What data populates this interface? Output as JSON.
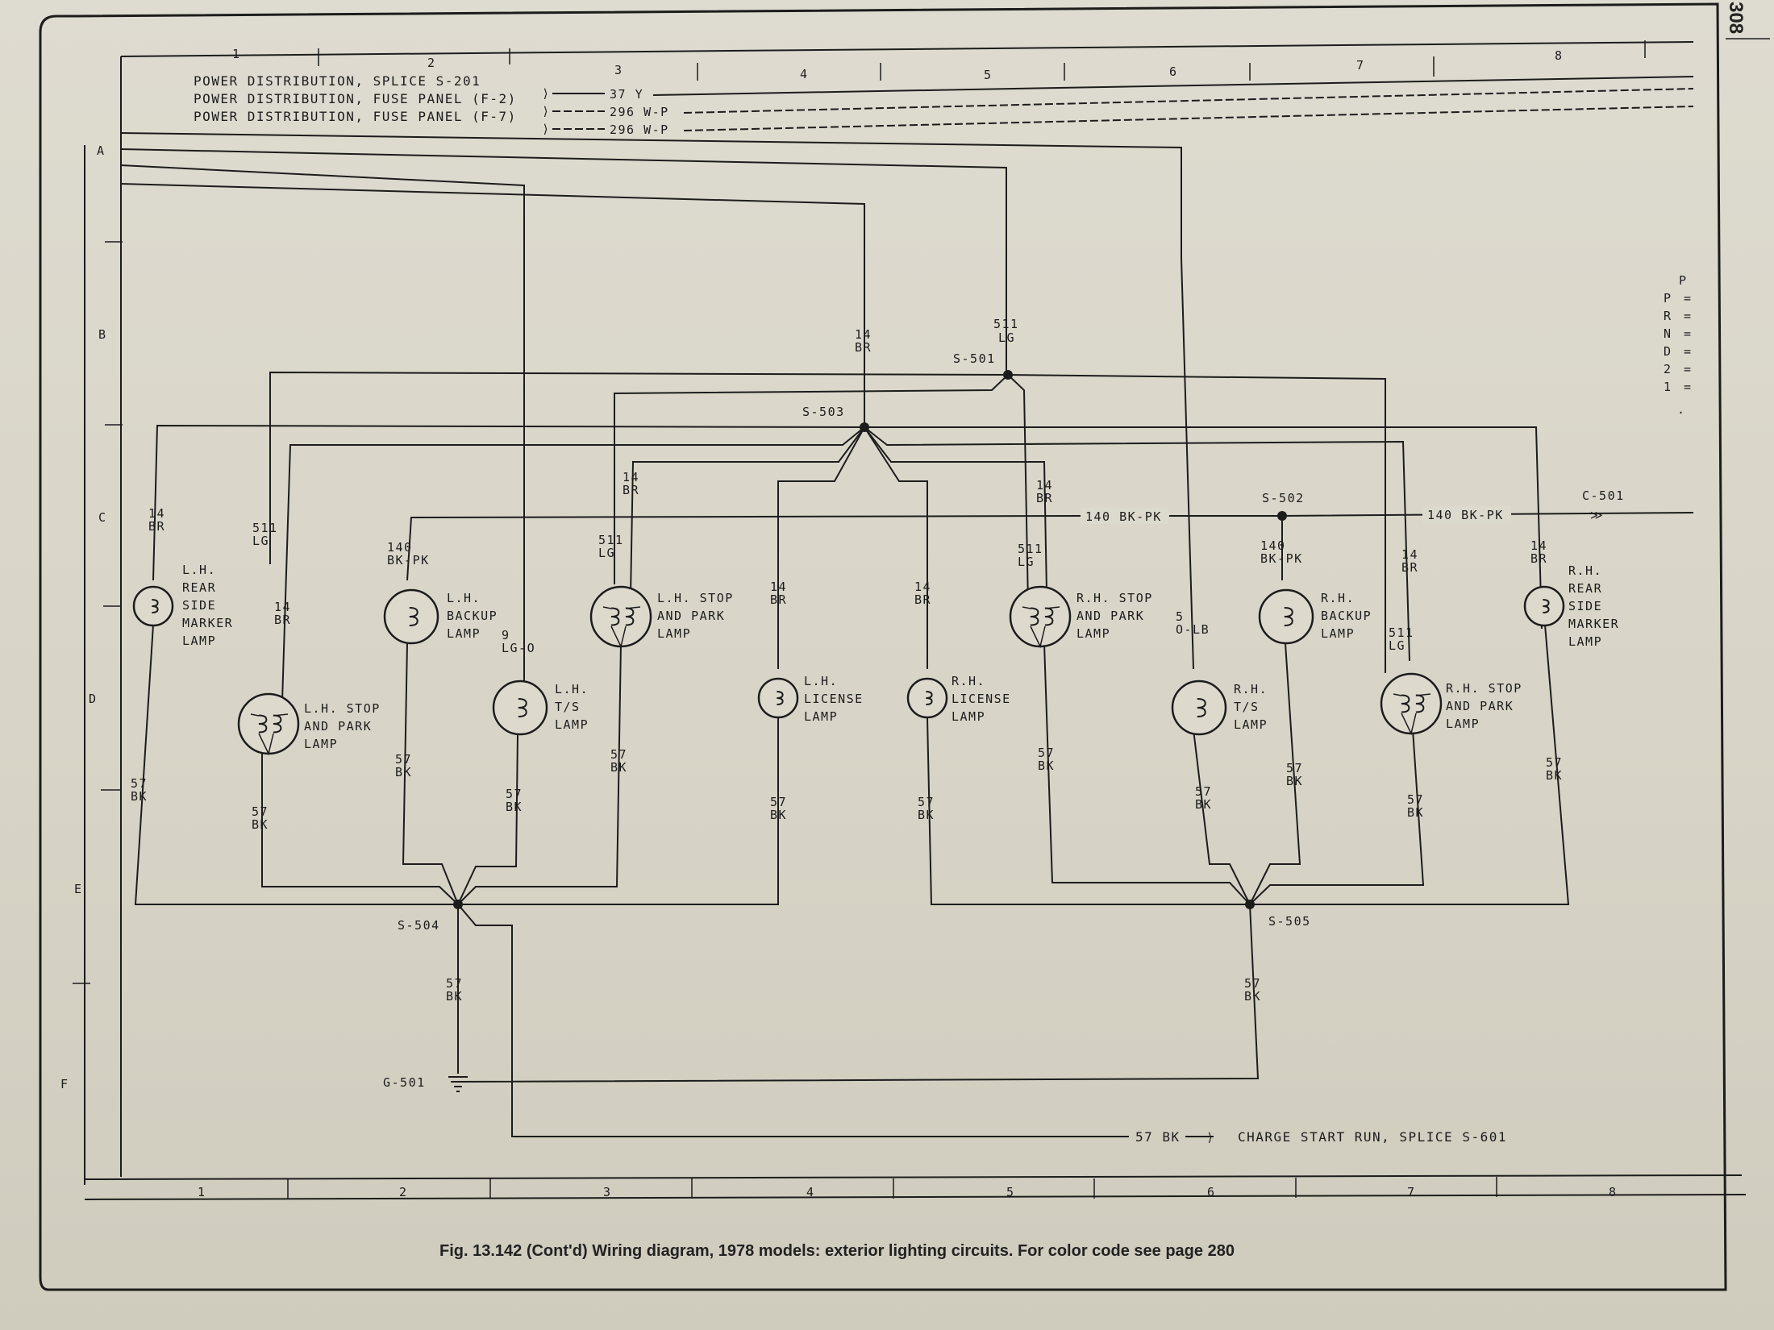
{
  "page_number": "308",
  "grid_columns": [
    "1",
    "2",
    "3",
    "4",
    "5",
    "6",
    "7",
    "8"
  ],
  "grid_rows": [
    "A",
    "B",
    "C",
    "D",
    "E",
    "F"
  ],
  "prnd": [
    "P",
    "P",
    "R",
    "N",
    "D",
    "2",
    "1"
  ],
  "eq_marks": [
    "=",
    "=",
    "=",
    "=",
    "=",
    "="
  ],
  "sources": [
    {
      "label": "POWER DISTRIBUTION, SPLICE S-201",
      "wire": "37 Y"
    },
    {
      "label": "POWER DISTRIBUTION, FUSE PANEL (F-2)",
      "wire": "296 W-P"
    },
    {
      "label": "POWER DISTRIBUTION, FUSE PANEL (F-7)",
      "wire": "296 W-P"
    }
  ],
  "splices": {
    "s501": "S-501",
    "s502": "S-502",
    "s503": "S-503",
    "s504": "S-504",
    "s505": "S-505",
    "c501": "C-501",
    "g501": "G-501"
  },
  "wires": {
    "w14br": [
      "14",
      "BR"
    ],
    "w511lg": [
      "511",
      "LG"
    ],
    "w140bkpk": [
      "140",
      "BK-PK"
    ],
    "w57bk": [
      "57",
      "BK"
    ],
    "w9lgo": [
      "9",
      "LG-O"
    ],
    "w5olb": [
      "5",
      "O-LB"
    ],
    "bus140": "140 BK-PK"
  },
  "lamps": {
    "lh_side_marker": [
      "L.H.",
      "REAR",
      "SIDE",
      "MARKER",
      "LAMP"
    ],
    "lh_stop_park_outer": [
      "L.H. STOP",
      "AND  PARK",
      "LAMP"
    ],
    "lh_backup": [
      "L.H.",
      "BACKUP",
      "LAMP"
    ],
    "lh_ts": [
      "L.H.",
      "T/S",
      "LAMP"
    ],
    "lh_stop_park_inner": [
      "L.H. STOP",
      "AND  PARK",
      "LAMP"
    ],
    "lh_license": [
      "L.H.",
      "LICENSE",
      "LAMP"
    ],
    "rh_license": [
      "R.H.",
      "LICENSE",
      "LAMP"
    ],
    "rh_stop_park_inner": [
      "R.H. STOP",
      "AND  PARK",
      "LAMP"
    ],
    "rh_ts": [
      "R.H.",
      "T/S",
      "LAMP"
    ],
    "rh_backup": [
      "R.H.",
      "BACKUP",
      "LAMP"
    ],
    "rh_stop_park_outer": [
      "R.H. STOP",
      "AND  PARK",
      "LAMP"
    ],
    "rh_side_marker": [
      "R.H.",
      "REAR",
      "SIDE",
      "MARKER",
      "LAMP"
    ]
  },
  "ground_note": {
    "wire": "57 BK",
    "dest": "CHARGE START RUN, SPLICE S-601"
  },
  "caption": "Fig. 13.142 (Cont'd) Wiring diagram, 1978 models: exterior lighting circuits. For color code see page 280"
}
